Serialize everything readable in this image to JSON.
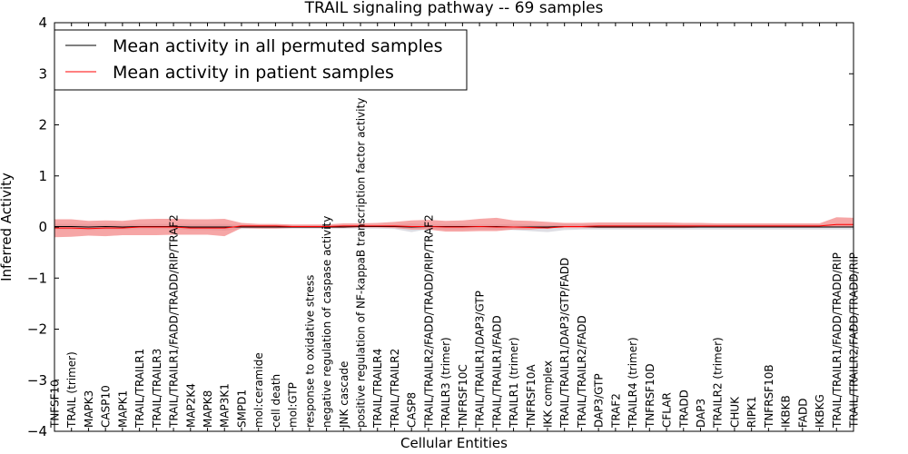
{
  "chart_data": {
    "type": "line",
    "title": "TRAIL signaling pathway -- 69 samples",
    "xlabel": "Cellular Entities",
    "ylabel": "Inferred Activity",
    "ylim": [
      -4,
      4
    ],
    "yticks": [
      "−4",
      "−3",
      "−2",
      "−1",
      "0",
      "1",
      "2",
      "3",
      "4"
    ],
    "legend": {
      "placement": "top-left",
      "entries": [
        "Mean activity in all permuted samples",
        "Mean activity in patient samples"
      ]
    },
    "colors": {
      "permuted": "#000000",
      "patient": "#ff0000",
      "patient_band": "#f28080",
      "permuted_band": "#c8c8d2"
    },
    "categories": [
      "TNFSF10",
      "TRAIL (trimer)",
      "MAPK3",
      "CASP10",
      "MAPK1",
      "TRAIL/TRAILR1",
      "TRAIL/TRAILR3",
      "TRAIL/TRAILR1/FADD/TRADD/RIP/TRAF2",
      "MAP2K4",
      "MAPK8",
      "MAP3K1",
      "SMPD1",
      "mol:ceramide",
      "cell death",
      "mol:GTP",
      "response to oxidative stress",
      "negative regulation of caspase activity",
      "JNK cascade",
      "positive regulation of NF-kappaB transcription factor activity",
      "TRAIL/TRAILR4",
      "TRAIL/TRAILR2",
      "CASP8",
      "TRAIL/TRAILR2/FADD/TRADD/RIP/TRAF2",
      "TRAILR3 (trimer)",
      "TNFRSF10C",
      "TRAIL/TRAILR1/DAP3/GTP",
      "TRAIL/TRAILR1/FADD",
      "TRAILR1 (trimer)",
      "TNFRSF10A",
      "IKK complex",
      "TRAIL/TRAILR1/DAP3/GTP/FADD",
      "TRAIL/TRAILR2/FADD",
      "DAP3/GTP",
      "TRAF2",
      "TRAILR4 (trimer)",
      "TNFRSF10D",
      "CFLAR",
      "TRADD",
      "DAP3",
      "TRAILR2 (trimer)",
      "CHUK",
      "RIPK1",
      "TNFRSF10B",
      "IKBKB",
      "FADD",
      "IKBKG",
      "TRAIL/TRAILR1/FADD/TRADD/RIP",
      "TRAIL/TRAILR2/FADD/TRADD/RIP"
    ],
    "series": [
      {
        "name": "Mean activity in all permuted samples",
        "values": [
          0.01,
          0.01,
          0.0,
          0.01,
          0.0,
          0.01,
          0.01,
          0.01,
          0.0,
          0.0,
          0.0,
          0.0,
          0.0,
          0.0,
          0.0,
          0.0,
          0.0,
          0.0,
          0.01,
          0.01,
          0.01,
          0.0,
          0.01,
          0.01,
          0.01,
          0.01,
          0.01,
          0.0,
          0.0,
          0.0,
          0.01,
          0.01,
          0.0,
          0.0,
          0.0,
          0.0,
          0.0,
          0.0,
          0.0,
          0.0,
          0.0,
          0.0,
          0.0,
          0.0,
          0.0,
          0.0,
          0.0,
          0.0
        ],
        "lower": [
          -0.05,
          -0.05,
          -0.06,
          -0.05,
          -0.05,
          -0.04,
          -0.04,
          -0.04,
          -0.06,
          -0.06,
          -0.07,
          -0.04,
          -0.03,
          -0.03,
          -0.03,
          -0.03,
          -0.03,
          -0.03,
          -0.03,
          -0.03,
          -0.04,
          -0.1,
          -0.04,
          -0.05,
          -0.05,
          -0.05,
          -0.05,
          -0.06,
          -0.08,
          -0.1,
          -0.06,
          -0.05,
          -0.05,
          -0.05,
          -0.05,
          -0.05,
          -0.05,
          -0.05,
          -0.05,
          -0.05,
          -0.05,
          -0.05,
          -0.05,
          -0.05,
          -0.05,
          -0.05,
          -0.05,
          -0.05
        ],
        "upper": [
          0.06,
          0.06,
          0.06,
          0.06,
          0.06,
          0.06,
          0.06,
          0.06,
          0.06,
          0.06,
          0.06,
          0.04,
          0.03,
          0.03,
          0.03,
          0.03,
          0.03,
          0.03,
          0.04,
          0.04,
          0.05,
          0.07,
          0.05,
          0.05,
          0.05,
          0.05,
          0.05,
          0.06,
          0.05,
          0.04,
          0.06,
          0.05,
          0.05,
          0.05,
          0.05,
          0.05,
          0.05,
          0.05,
          0.05,
          0.05,
          0.05,
          0.05,
          0.05,
          0.05,
          0.05,
          0.05,
          0.05,
          0.05
        ]
      },
      {
        "name": "Mean activity in patient samples",
        "values": [
          -0.02,
          -0.02,
          -0.03,
          -0.02,
          -0.02,
          0.0,
          0.0,
          0.0,
          -0.02,
          -0.02,
          -0.02,
          0.02,
          0.02,
          0.02,
          0.01,
          0.01,
          0.01,
          0.02,
          0.02,
          0.02,
          0.02,
          0.01,
          0.01,
          0.0,
          0.0,
          0.01,
          0.0,
          0.0,
          -0.01,
          -0.02,
          0.01,
          0.01,
          0.02,
          0.02,
          0.02,
          0.02,
          0.02,
          0.02,
          0.02,
          0.02,
          0.02,
          0.02,
          0.02,
          0.02,
          0.02,
          0.02,
          0.05,
          0.05
        ],
        "lower": [
          -0.2,
          -0.19,
          -0.17,
          -0.18,
          -0.16,
          -0.16,
          -0.16,
          -0.15,
          -0.15,
          -0.15,
          -0.18,
          -0.02,
          -0.03,
          -0.03,
          -0.02,
          -0.02,
          -0.02,
          -0.02,
          -0.01,
          -0.01,
          -0.02,
          -0.05,
          -0.05,
          -0.09,
          -0.09,
          -0.08,
          -0.08,
          -0.05,
          -0.05,
          -0.02,
          -0.02,
          -0.02,
          -0.02,
          -0.02,
          -0.02,
          -0.02,
          -0.02,
          -0.02,
          -0.01,
          -0.01,
          -0.01,
          -0.01,
          -0.01,
          -0.01,
          -0.01,
          -0.01,
          -0.01,
          -0.01
        ],
        "upper": [
          0.15,
          0.15,
          0.12,
          0.13,
          0.12,
          0.15,
          0.16,
          0.16,
          0.15,
          0.15,
          0.16,
          0.08,
          0.06,
          0.06,
          0.05,
          0.05,
          0.05,
          0.07,
          0.07,
          0.08,
          0.1,
          0.13,
          0.14,
          0.12,
          0.13,
          0.16,
          0.18,
          0.13,
          0.12,
          0.1,
          0.08,
          0.08,
          0.09,
          0.09,
          0.09,
          0.09,
          0.09,
          0.08,
          0.08,
          0.07,
          0.07,
          0.07,
          0.07,
          0.07,
          0.07,
          0.07,
          0.19,
          0.18
        ]
      }
    ]
  }
}
